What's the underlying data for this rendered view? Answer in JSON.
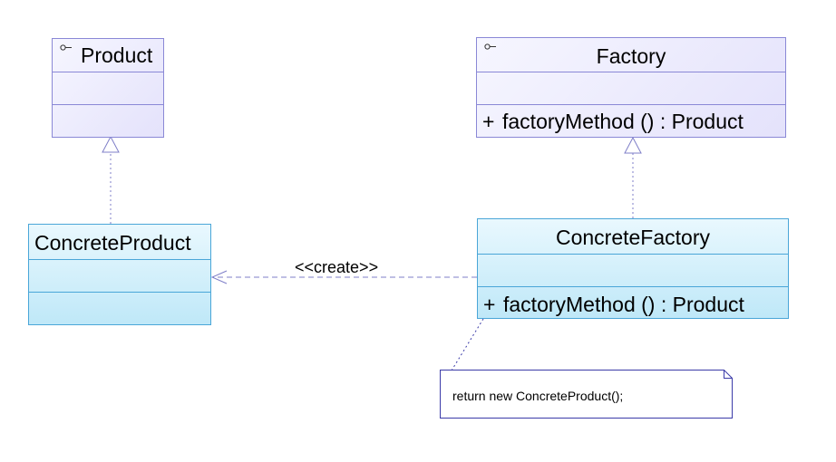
{
  "classes": {
    "product": {
      "name": "Product",
      "interface_marker": "o-"
    },
    "factory": {
      "name": "Factory",
      "interface_marker": "o-",
      "operation": {
        "visibility": "+",
        "signature": "factoryMethod ()  : Product"
      }
    },
    "concrete_product": {
      "name": "ConcreteProduct"
    },
    "concrete_factory": {
      "name": "ConcreteFactory",
      "operation": {
        "visibility": "+",
        "signature": "factoryMethod ()  : Product"
      }
    }
  },
  "relations": {
    "create": {
      "label": "<<create>>"
    }
  },
  "note": {
    "text": "return new ConcreteProduct();"
  },
  "colors": {
    "interface_border": "#8a88d6",
    "concrete_border": "#4aa6d8",
    "connector": "#7f7fc8",
    "note_border": "#3b3ba8"
  }
}
